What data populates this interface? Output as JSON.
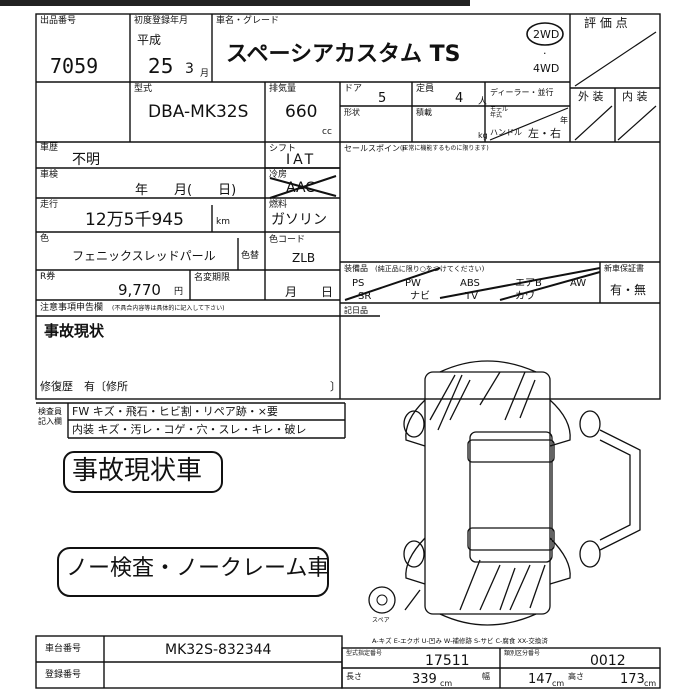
{
  "header": {
    "lot_label": "出品番号",
    "lot_no": "7059",
    "first_reg_label": "初度登録年月",
    "era": "平成",
    "year": "25",
    "month": "3",
    "month_unit": "月",
    "model_grade_label": "車名・グレード",
    "car_name": "スペーシアカスタム TS",
    "drive_2wd": "2WD",
    "drive_4wd": "4WD",
    "eval_label": "評 価 点",
    "exterior_label": "外 装",
    "interior_label": "内 装"
  },
  "specs": {
    "model_label": "型式",
    "model_code": "DBA-MK32S",
    "displacement_label": "排気量",
    "displacement": "660",
    "cc": "cc",
    "door_label": "ドア",
    "doors": "5",
    "capacity_label": "定員",
    "capacity": "4",
    "person_unit": "人",
    "shape_label": "形状",
    "load_label": "積載",
    "kg": "kg",
    "dealer_label": "ディーラー・並行",
    "model_year_label": "モデル年式",
    "year_unit": "年",
    "handle_label": "ハンドル",
    "handle_value": "左・右"
  },
  "details": {
    "history_label": "車歴",
    "history": "不明",
    "inspection_label": "車検",
    "inspection_value": "年　　月(　　日)",
    "shift_label": "シフト",
    "shift": "IAT",
    "aircon_label": "冷房",
    "aircon": "AAC",
    "mileage_label": "走行",
    "mileage": "12万5千945",
    "km": "km",
    "fuel_label": "燃料",
    "fuel": "ガソリン",
    "color_label": "色",
    "color": "フェニックスレッドパール",
    "color_change_label": "色替",
    "color_code_label": "色コード",
    "color_code": "ZLB",
    "recycle_label": "R券",
    "recycle": "9,770",
    "yen": "円",
    "tax_label": "名変期限",
    "tax_value": "月　　日",
    "notes_label": "注意事項申告欄",
    "notes_sub": "(不具合内容等は具体的に記入して下さい)",
    "notes": "事故現状",
    "repair_label": "修復歴",
    "repair_value": "有〔修所",
    "repair_end": "〕"
  },
  "sales": {
    "sales_point_label": "セールスポイント",
    "sales_point_sub": "(正常に機能するものに限ります)",
    "equipment_label": "装備品",
    "equipment_sub": "(純正品に限り○をつけてください)",
    "equipment_items": [
      "PS",
      "PW",
      "ABS",
      "エアB",
      "AW"
    ],
    "equipment_row2": [
      "SR",
      "ナビ",
      "TV",
      "カワ"
    ],
    "new_car_label": "新車保証書",
    "new_car_value": "有・無",
    "recorded_label": "記日品"
  },
  "inspector": {
    "label": "検査員記入欄",
    "row1": "FW キズ・飛石・ヒビ割・リペア跡・×要",
    "row2": "内装 キズ・汚レ・コゲ・穴・スレ・キレ・破レ"
  },
  "stamps": {
    "accident": "事故現状車",
    "noclaim": "ノー検査・ノークレーム車"
  },
  "diagram": {
    "spare_label": "スペア",
    "legend": "A-キズ E-エクボ U-凹み W-補修跡 S-サビ C-腐食 XX-交換済"
  },
  "footer": {
    "chassis_label": "車台番号",
    "chassis": "MK32S-832344",
    "reg_label": "登録番号",
    "s1_label": "型式指定番号",
    "s1_value": "17511",
    "s2_label": "類別区分番号",
    "s2_value": "0012",
    "length_label": "長さ",
    "length": "339",
    "width_label": "幅",
    "width": "147",
    "height_label": "高さ",
    "height": "173",
    "cm": "cm"
  }
}
